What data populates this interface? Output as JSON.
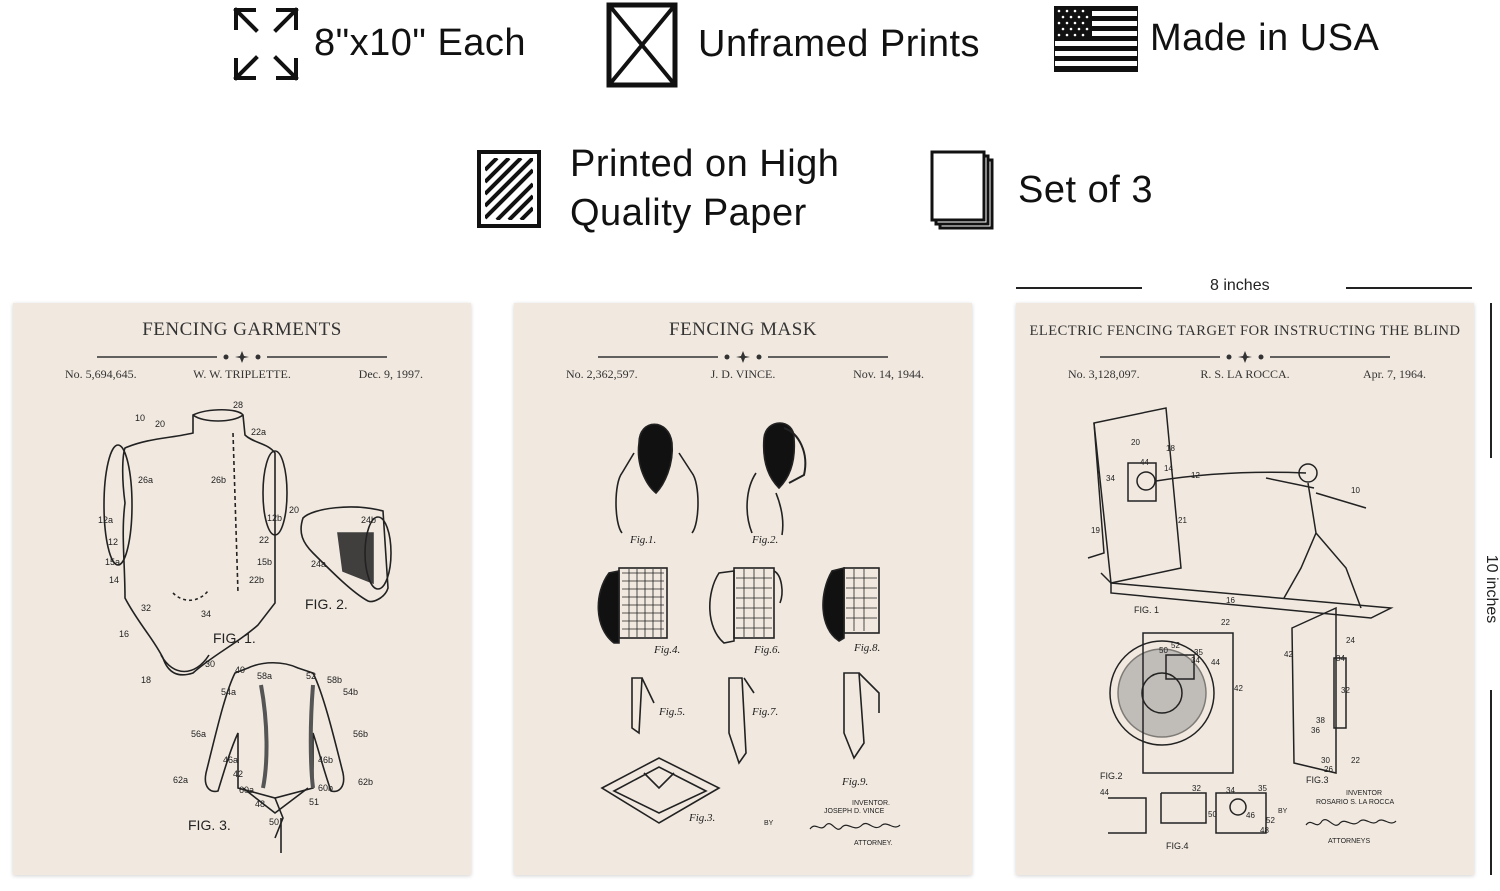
{
  "features": {
    "size": "8\"x10\" Each",
    "unframed": "Unframed Prints",
    "made": "Made in USA",
    "paper_line1": "Printed on High",
    "paper_line2": "Quality Paper",
    "set": "Set of 3"
  },
  "icons": {
    "size": "expand-arrows-icon",
    "unframed": "crossed-box-icon",
    "made": "us-flag-icon",
    "paper": "hatched-paper-icon",
    "set": "stacked-sheets-icon"
  },
  "posters": [
    {
      "title": "FENCING GARMENTS",
      "inventor": "W. W. TRIPLETTE.",
      "number": "No. 5,694,645.",
      "date": "Dec. 9, 1997.",
      "figs": [
        "FIG. 1.",
        "FIG. 2.",
        "FIG. 3."
      ]
    },
    {
      "title": "FENCING MASK",
      "inventor": "J. D. VINCE.",
      "number": "No. 2,362,597.",
      "date": "Nov. 14, 1944.",
      "figs": [
        "Fig.1.",
        "Fig.2.",
        "Fig.4.",
        "Fig.6.",
        "Fig.8.",
        "Fig.5.",
        "Fig.7.",
        "Fig.9.",
        "Fig.3."
      ],
      "inventor_label": "INVENTOR.",
      "inventor_name": "JOSEPH D. VINCE",
      "by": "BY",
      "attorney": "ATTORNEY."
    },
    {
      "title": "ELECTRIC FENCING TARGET FOR INSTRUCTING THE BLIND",
      "inventor": "R. S. LA ROCCA.",
      "number": "No. 3,128,097.",
      "date": "Apr. 7, 1964.",
      "figs": [
        "FIG. 1",
        "FIG.2",
        "FIG.3",
        "FIG.4"
      ],
      "inventor_label": "INVENTOR",
      "inventor_name": "ROSARIO S. LA ROCCA",
      "by": "BY",
      "attorney": "ATTORNEYS"
    }
  ],
  "dimensions": {
    "width": "8 inches",
    "height": "10 inches"
  }
}
